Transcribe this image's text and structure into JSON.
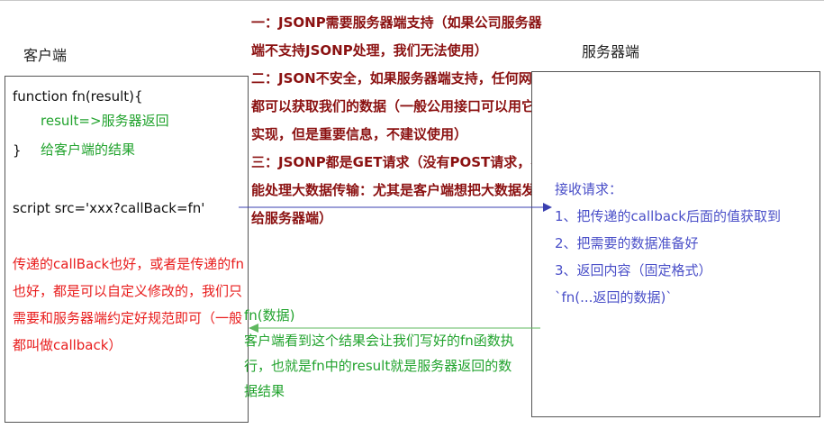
{
  "client": {
    "title": "客户端",
    "code_line1": "function fn(result){",
    "code_line2": "result=>服务器返回",
    "code_line3_brace": "}",
    "code_line3_comment": "给客户端的结果",
    "script_tag": "script src='xxx?callBack=fn'",
    "note": "传递的callBack也好，或者是传递的fn也好，都是可以自定义修改的，我们只需要和服务器端约定好规范即可（一般都叫做callback）"
  },
  "server": {
    "title": "服务器端",
    "steps": [
      "接收请求：",
      "1、把传递的callback后面的值获取到",
      "2、把需要的数据准备好",
      "3、返回内容（固定格式）",
      "`fn(...返回的数据)`"
    ]
  },
  "notes": [
    "一：JSONP需要服务器端支持（如果公司服务器端不支持JSONP处理，我们无法使用）",
    "二：JSON不安全，如果服务器端支持，任何网站都可以获取我们的数据（一般公用接口可以用它来实现，但是重要信息，不建议使用）",
    "三：JSONP都是GET请求（没有POST请求，不能处理大数据传输：尤其是客户端想把大数据发送给服务器端）"
  ],
  "response": {
    "label": "fn(数据)",
    "description": "客户端看到这个结果会让我们写好的fn函数执行，也就是fn中的result就是服务器返回的数据结果"
  },
  "colors": {
    "notes": "#8b1111",
    "green": "#22a32e",
    "red": "#e81c1c",
    "server_text": "#4a4fc8",
    "request_arrow": "#3a3fb0",
    "response_arrow": "#5fb85f"
  }
}
